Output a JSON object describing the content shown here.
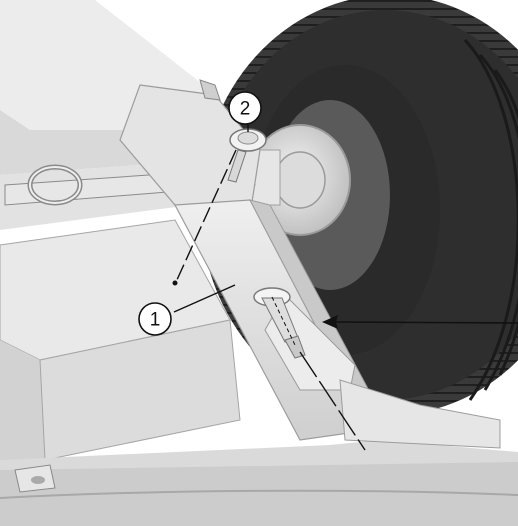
{
  "diagram": {
    "callouts": [
      {
        "id": "callout-1",
        "label": "1"
      },
      {
        "id": "callout-2",
        "label": "2"
      }
    ],
    "colors": {
      "background": "#ffffff",
      "frame_light": "#e9e9e9",
      "frame_mid": "#d4d4d4",
      "frame_dark": "#a8a8a8",
      "tire": "#3a3a3a",
      "tire_dark": "#262626",
      "line": "#111111"
    },
    "icons": [
      "direction-arrow-icon"
    ]
  }
}
